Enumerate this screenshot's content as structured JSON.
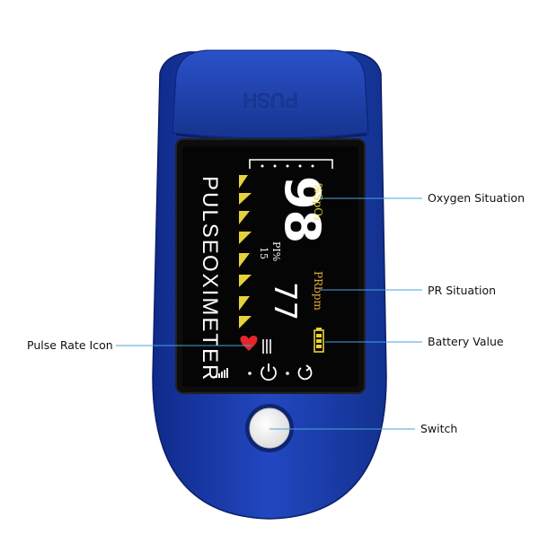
{
  "device": {
    "push_label": "PUSH",
    "brand_line1": "PULSE",
    "brand_line2": "OXIMETER",
    "spo2_value": "98",
    "spo2_unit": "%SpO₂",
    "pi_label": "PI%",
    "pi_value": "15",
    "pr_value": "77",
    "pr_unit": "PRbpm"
  },
  "callouts": {
    "oxygen": "Oxygen Situation",
    "pr": "PR Situation",
    "battery": "Battery Value",
    "switch": "Switch",
    "pulse_icon": "Pulse Rate Icon"
  },
  "colors": {
    "body_blue": "#1b3aa8",
    "body_dark": "#0f2375",
    "screen_black": "#050505",
    "value_white": "#ffffff",
    "spo2_yellow": "#e6d23a",
    "pr_orange": "#e2a83a",
    "heart_red": "#e3262b",
    "line_blue": "#4aa3d6"
  }
}
